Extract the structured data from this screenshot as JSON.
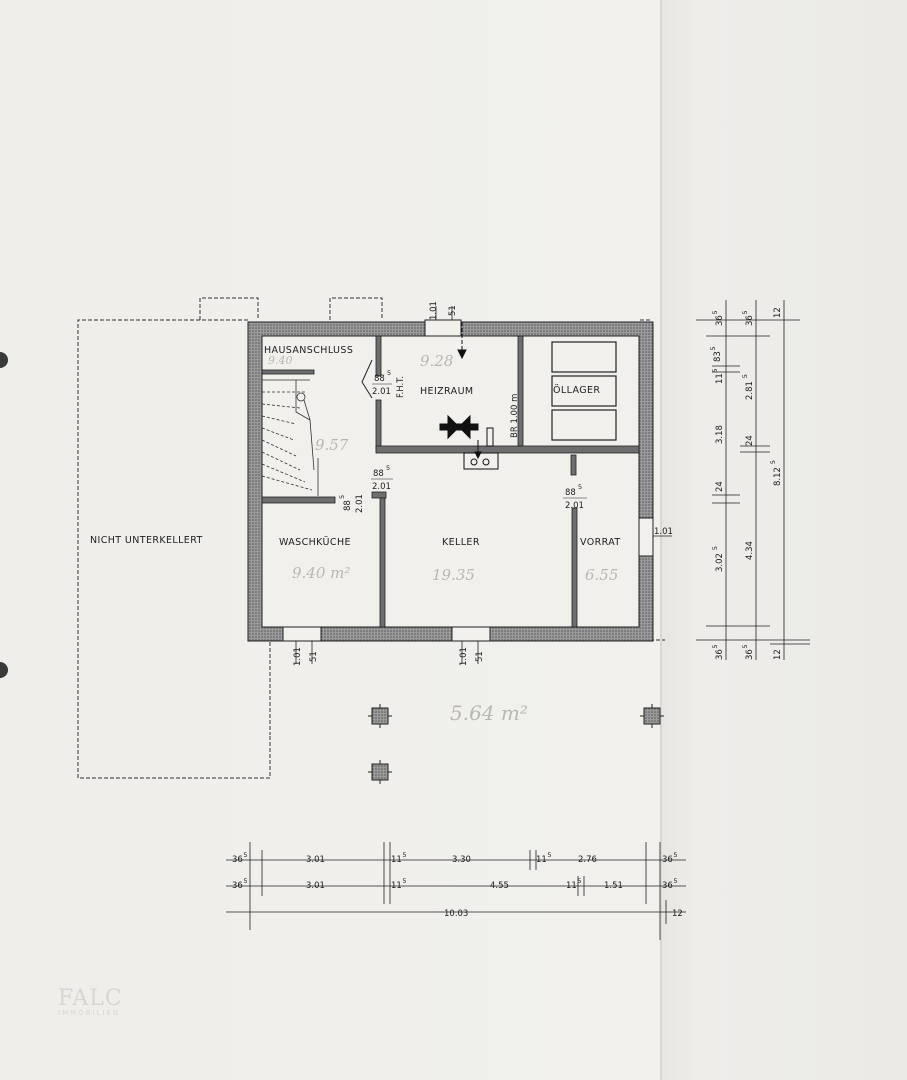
{
  "rooms": {
    "hausanschluss": "HAUSANSCHLUSS",
    "heizraum": "HEIZRAUM",
    "oellager": "ÖLLAGER",
    "waschkueche": "WASCHKÜCHE",
    "keller": "KELLER",
    "vorrat": "VORRAT",
    "nicht_unterkellert": "NICHT UNTERKELLERT"
  },
  "annotations": {
    "fht": "F.H.T.",
    "br": "BR 1.00 m"
  },
  "openings": {
    "door_heizraum_w": "88",
    "door_heizraum_w_sup": "5",
    "door_heizraum_h": "2.01",
    "door_keller_w": "88",
    "door_keller_w_sup": "5",
    "door_keller_h": "2.01",
    "door_wasch_w": "88",
    "door_wasch_w_sup": "5",
    "door_wasch_h": "2.01",
    "door_vorrat_w": "88",
    "door_vorrat_w_sup": "5",
    "door_vorrat_h": "2.01",
    "win_top_a": "1.01",
    "win_top_b": "51",
    "win_bot1_a": "1.01",
    "win_bot1_b": "51",
    "win_bot2_a": "1.01",
    "win_bot2_b": "51",
    "win_right": "1.01"
  },
  "dims_bottom": {
    "row1": [
      {
        "text": "36",
        "sup": "5"
      },
      {
        "text": "3.01",
        "sup": ""
      },
      {
        "text": "11",
        "sup": "5"
      },
      {
        "text": "3.30",
        "sup": ""
      },
      {
        "text": "11",
        "sup": "5"
      },
      {
        "text": "2.76",
        "sup": ""
      },
      {
        "text": "36",
        "sup": "5"
      }
    ],
    "row2": [
      {
        "text": "36",
        "sup": "5"
      },
      {
        "text": "3.01",
        "sup": ""
      },
      {
        "text": "11",
        "sup": "5"
      },
      {
        "text": "4.55",
        "sup": ""
      },
      {
        "text": "11",
        "sup": "5"
      },
      {
        "text": "1.51",
        "sup": ""
      },
      {
        "text": "36",
        "sup": "5"
      }
    ],
    "row3": [
      {
        "text": "10.03",
        "sup": ""
      },
      {
        "text": "12",
        "sup": ""
      }
    ]
  },
  "dims_right": {
    "col1": [
      {
        "text": "36",
        "sup": "5"
      },
      {
        "text": "11",
        "sup": "5"
      },
      {
        "text": "3.18",
        "sup": ""
      },
      {
        "text": "24",
        "sup": ""
      },
      {
        "text": "3.02",
        "sup": "5"
      },
      {
        "text": "36",
        "sup": "5"
      }
    ],
    "col1_extra": {
      "text": "83",
      "sup": "5"
    },
    "col2": [
      {
        "text": "36",
        "sup": "5"
      },
      {
        "text": "2.81",
        "sup": "5"
      },
      {
        "text": "24",
        "sup": ""
      },
      {
        "text": "4.34",
        "sup": ""
      },
      {
        "text": "36",
        "sup": "5"
      }
    ],
    "col3": [
      {
        "text": "12",
        "sup": ""
      },
      {
        "text": "8.12",
        "sup": "5"
      },
      {
        "text": "12",
        "sup": ""
      }
    ]
  },
  "handwriting": {
    "a": "9.28",
    "b": "9.57",
    "c": "9.40 m²",
    "d": "19.35",
    "e": "6.55",
    "f": "5.64 m²",
    "g": "9.40"
  },
  "watermark": {
    "name": "FALC",
    "sub": "IMMOBILIEN"
  },
  "colors": {
    "paper": "#efeeea",
    "ink": "#1e1e1e",
    "wall_fill": "#8a8a8a"
  }
}
